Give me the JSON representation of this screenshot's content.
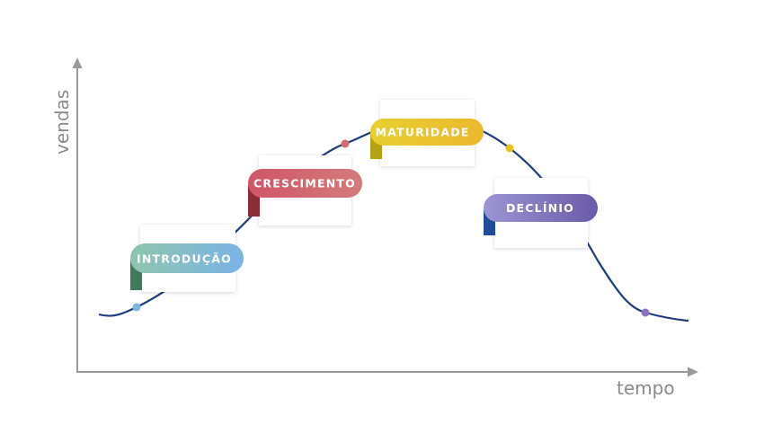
{
  "axes": {
    "y_label": "vendas",
    "x_label": "tempo"
  },
  "stages": [
    {
      "id": "introducao",
      "label": "INTRODUÇÃO",
      "color_start": "#8ec5ad",
      "color_end": "#7ab3e8",
      "fold_color": "#3f7a5c",
      "dot_color": "#7fb6df"
    },
    {
      "id": "crescimento",
      "label": "CRESCIMENTO",
      "color_start": "#cf5566",
      "color_end": "#d47b7c",
      "fold_color": "#8c2a35",
      "dot_color": "#d46a72"
    },
    {
      "id": "maturidade",
      "label": "MATURIDADE",
      "color_start": "#e8cf2f",
      "color_end": "#ebb82e",
      "fold_color": "#b5a313",
      "dot_color": "#e6c320"
    },
    {
      "id": "declinio",
      "label": "DECLÍNIO",
      "color_start": "#9c96d4",
      "color_end": "#6a5aa8",
      "fold_color": "#1e4c9a",
      "dot_color": "#8a72bd"
    }
  ],
  "colors": {
    "curve": "#1d3e7a",
    "axis": "#9a9a9a"
  }
}
